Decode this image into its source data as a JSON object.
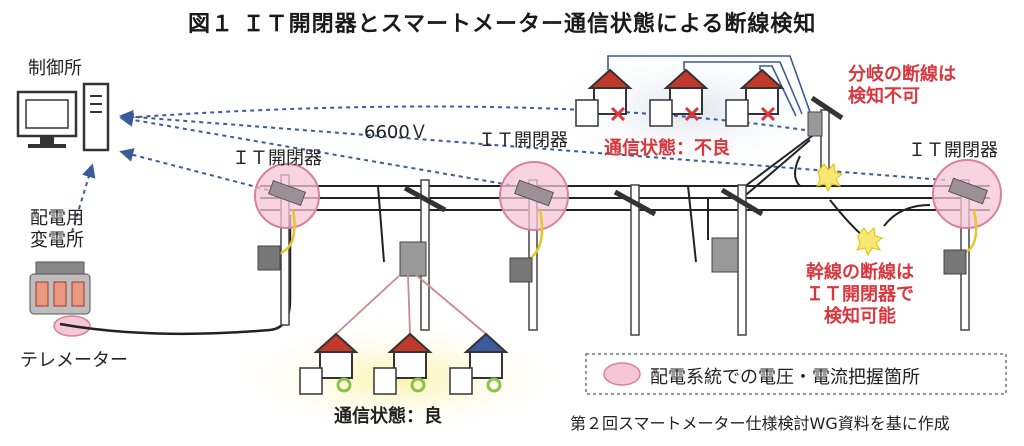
{
  "title": "図１ ＩＴ開閉器とスマートメーター通信状態による断線検知",
  "control_center": "制御所",
  "voltage": "6600Ｖ",
  "it_switch_label": "ＩＴ開閉器",
  "substation": [
    "配電用",
    "変電所"
  ],
  "telemeter": "テレメーター",
  "comm_bad": "通信状態：不良",
  "comm_good": "通信状態：良",
  "branch_break": [
    "分岐の断線は",
    "検知不可"
  ],
  "trunk_break": [
    "幹線の断線は",
    "ＩＴ開閉器で",
    "検知可能"
  ],
  "legend_text": "配電系統での電圧・電流把握箇所",
  "source_note": "第２回スマートメーター仕様検討WG資料を基に作成",
  "colors": {
    "red": "#d9363e",
    "pink": "#f4c6d6",
    "yellow": "#f7e873",
    "blue": "#3b5b9a",
    "green": "#8bc34a"
  }
}
